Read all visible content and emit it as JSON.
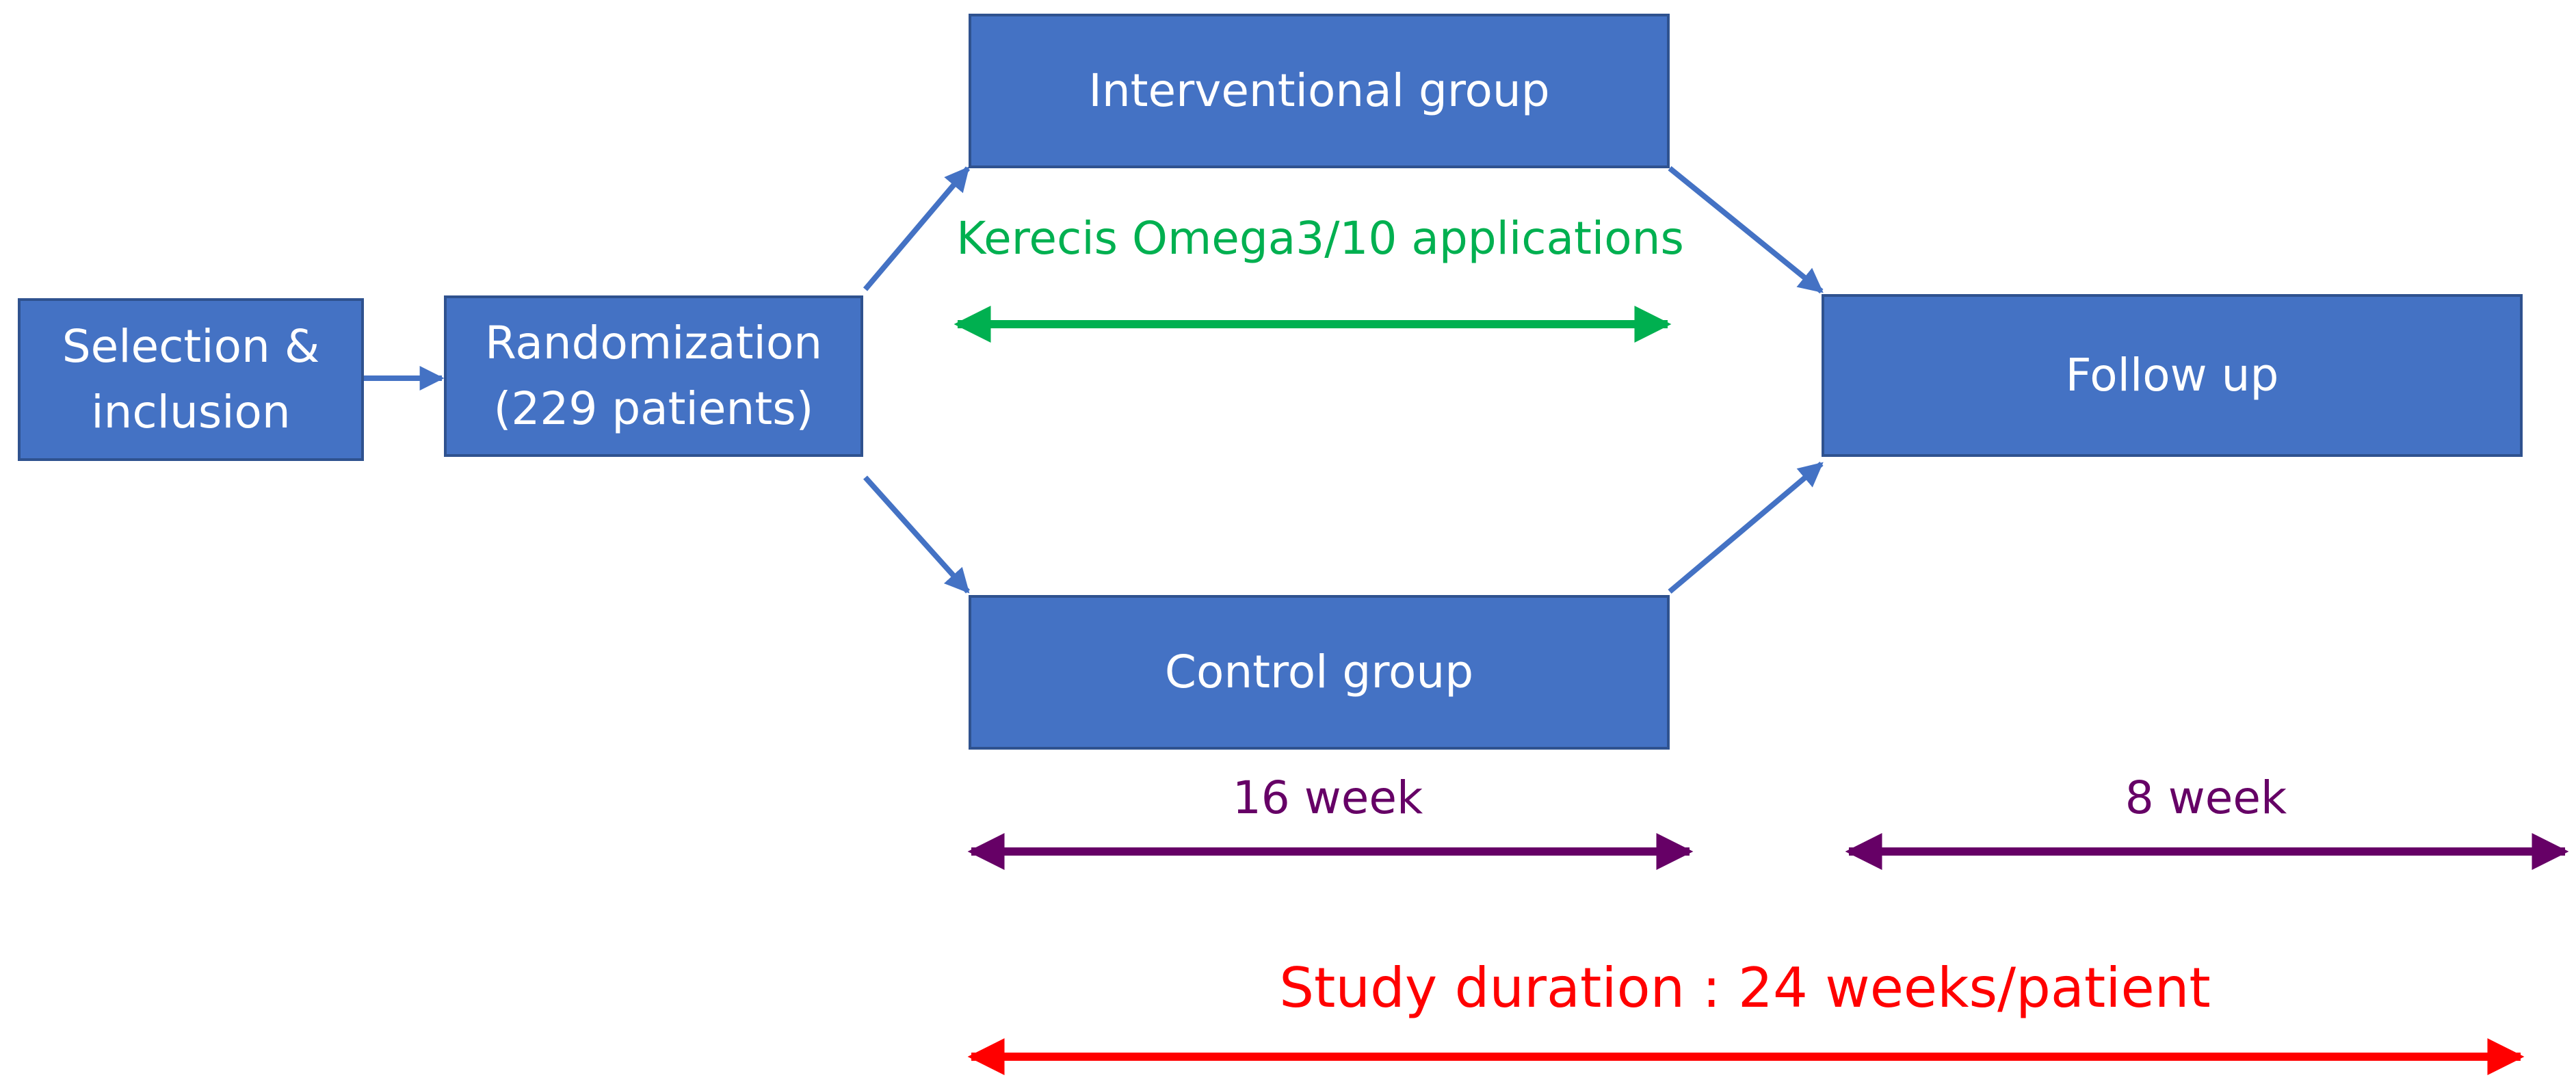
{
  "boxes": {
    "selection": [
      "Selection &",
      "inclusion"
    ],
    "randomization": [
      "Randomization",
      "(229 patients)"
    ],
    "interventional": "Interventional group",
    "control": "Control group",
    "followup": "Follow up"
  },
  "labels": {
    "kerecis": "Kerecis Omega3/10 applications",
    "week16": "16 week",
    "week8": "8 week",
    "duration": "Study duration :  24 weeks/patient"
  },
  "colors": {
    "box_fill": "#4472C4",
    "box_border": "#2F528F",
    "box_text": "#FFFFFF",
    "flow_arrow": "#4472C4",
    "kerecis": "#00B050",
    "phase": "#660066",
    "duration": "#FF0000"
  }
}
